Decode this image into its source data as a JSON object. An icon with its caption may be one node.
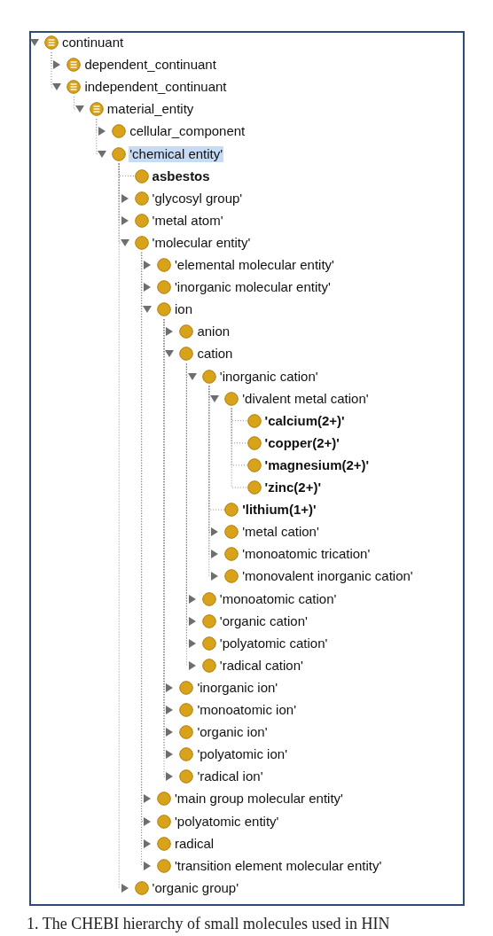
{
  "diagram": {
    "caption": "1. The CHEBI hierarchy of small molecules used in HIN",
    "nodes": [
      {
        "text": [
          "continuant"
        ]
      },
      {
        "text": [
          "dependent_continuant"
        ]
      },
      {
        "text": [
          "independent_continuant"
        ]
      },
      {
        "text": [
          "material_entity"
        ]
      },
      {
        "text": [
          "cellular_component"
        ]
      },
      {
        "text": [
          "'chemical entity'"
        ]
      },
      {
        "text": [
          "asbestos"
        ]
      },
      {
        "text": [
          "'glycosyl group'"
        ]
      },
      {
        "text": [
          "'metal atom'"
        ]
      },
      {
        "text": [
          "'molecular entity'"
        ]
      },
      {
        "text": [
          "'elemental molecular entity'"
        ]
      },
      {
        "text": [
          "'inorganic molecular entity'"
        ]
      },
      {
        "text": [
          "ion"
        ]
      },
      {
        "text": [
          "anion"
        ]
      },
      {
        "text": [
          "cation"
        ]
      },
      {
        "text": [
          "'inorganic cation'"
        ]
      },
      {
        "text": [
          "'divalent metal cation'"
        ]
      },
      {
        "text": [
          "'calcium(2+)'"
        ]
      },
      {
        "text": [
          "'copper(2+)'"
        ]
      },
      {
        "text": [
          "'magnesium(2+)'"
        ]
      },
      {
        "text": [
          "'zinc(2+)'"
        ]
      },
      {
        "text": [
          "'lithium(1+)'"
        ]
      },
      {
        "text": [
          "'metal cation'"
        ]
      },
      {
        "text": [
          "'monoatomic trication'"
        ]
      },
      {
        "text": [
          "'monovalent inorganic cation'"
        ]
      },
      {
        "text": [
          "'monoatomic cation'"
        ]
      },
      {
        "text": [
          "'organic cation'"
        ]
      },
      {
        "text": [
          "'polyatomic cation'"
        ]
      },
      {
        "text": [
          "'radical cation'"
        ]
      },
      {
        "text": [
          "'inorganic ion'"
        ]
      },
      {
        "text": [
          "'monoatomic ion'"
        ]
      },
      {
        "text": [
          "'organic ion'"
        ]
      },
      {
        "text": [
          "'polyatomic ion'"
        ]
      },
      {
        "text": [
          "'radical ion'"
        ]
      },
      {
        "text": [
          "'main group molecular entity'"
        ]
      },
      {
        "text": [
          "'polyatomic entity'"
        ]
      },
      {
        "text": [
          "radical"
        ]
      },
      {
        "text": [
          "'transition element molecular entity'"
        ]
      },
      {
        "text": [
          "'organic group'"
        ]
      }
    ],
    "edges": [
      {
        "from": 0,
        "to": 1,
        "arrow": "none"
      },
      {
        "from": 0,
        "to": 2,
        "arrow": "none"
      },
      {
        "from": 2,
        "to": 3,
        "arrow": "none"
      },
      {
        "from": 3,
        "to": 4,
        "arrow": "none"
      },
      {
        "from": 3,
        "to": 5,
        "arrow": "none"
      },
      {
        "from": 5,
        "to": 6,
        "arrow": "none"
      },
      {
        "from": 5,
        "to": 7,
        "arrow": "none"
      },
      {
        "from": 5,
        "to": 8,
        "arrow": "none"
      },
      {
        "from": 5,
        "to": 9,
        "arrow": "none"
      },
      {
        "from": 9,
        "to": 10,
        "arrow": "none"
      },
      {
        "from": 9,
        "to": 11,
        "arrow": "none"
      },
      {
        "from": 9,
        "to": 12,
        "arrow": "none"
      },
      {
        "from": 12,
        "to": 13,
        "arrow": "none"
      },
      {
        "from": 12,
        "to": 14,
        "arrow": "none"
      },
      {
        "from": 14,
        "to": 15,
        "arrow": "none"
      },
      {
        "from": 15,
        "to": 16,
        "arrow": "none"
      },
      {
        "from": 16,
        "to": 17,
        "arrow": "none"
      },
      {
        "from": 16,
        "to": 18,
        "arrow": "none"
      },
      {
        "from": 16,
        "to": 19,
        "arrow": "none"
      },
      {
        "from": 16,
        "to": 20,
        "arrow": "none"
      },
      {
        "from": 15,
        "to": 21,
        "arrow": "none"
      },
      {
        "from": 15,
        "to": 22,
        "arrow": "none"
      },
      {
        "from": 15,
        "to": 23,
        "arrow": "none"
      },
      {
        "from": 15,
        "to": 24,
        "arrow": "none"
      },
      {
        "from": 14,
        "to": 25,
        "arrow": "none"
      },
      {
        "from": 14,
        "to": 26,
        "arrow": "none"
      },
      {
        "from": 14,
        "to": 27,
        "arrow": "none"
      },
      {
        "from": 14,
        "to": 28,
        "arrow": "none"
      },
      {
        "from": 12,
        "to": 29,
        "arrow": "none"
      },
      {
        "from": 12,
        "to": 30,
        "arrow": "none"
      },
      {
        "from": 12,
        "to": 31,
        "arrow": "none"
      },
      {
        "from": 12,
        "to": 32,
        "arrow": "none"
      },
      {
        "from": 12,
        "to": 33,
        "arrow": "none"
      },
      {
        "from": 9,
        "to": 34,
        "arrow": "none"
      },
      {
        "from": 9,
        "to": 35,
        "arrow": "none"
      },
      {
        "from": 9,
        "to": 36,
        "arrow": "none"
      },
      {
        "from": 9,
        "to": 37,
        "arrow": "none"
      },
      {
        "from": 5,
        "to": 38,
        "arrow": "none"
      }
    ]
  }
}
